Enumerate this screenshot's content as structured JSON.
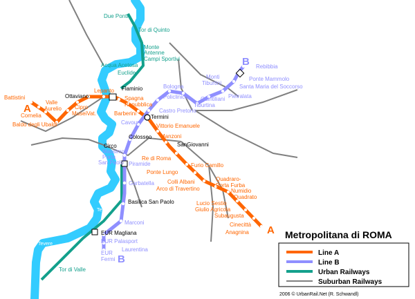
{
  "title": "Metropolitana di ROMA",
  "colors": {
    "line_a": "#ff6600",
    "line_b": "#8f8fff",
    "urban": "#13a08c",
    "suburban": "#808080",
    "river": "#33ccff"
  },
  "line_letters": {
    "a_west": "A",
    "a_east": "A",
    "b_north": "B",
    "b_south": "B"
  },
  "legend": {
    "line_a": "Line A",
    "line_b": "Line B",
    "urban": "Urban Railways",
    "suburban": "Suburban Railways"
  },
  "credit": "2006 © UrbanRail.Net (R. Schwandl)",
  "river_labels": [
    "Tevere",
    "Tevere",
    "Tevere"
  ],
  "stations": {
    "battistini": "Battistini",
    "cornelia": "Cornelia",
    "baldo": "Baldo degli Ubaldi",
    "valle": "Valle",
    "aurelio": "Aurelio",
    "cipro": "Cipro",
    "musei": "MuseiVat.",
    "ottaviano": "Ottaviano",
    "lepanto": "Lepanto",
    "flaminio": "Flaminio",
    "spagna": "Spagna",
    "barberini": "Barberini",
    "repubblica": "Repubblica",
    "termini": "Termini",
    "vittorio": "Vittorio Emanuele",
    "manzoni": "Manzoni",
    "sangiovanni": "SanGiovanni",
    "reroma": "Re di Roma",
    "furio": "Furio Camillo",
    "ponte_lungo": "Ponte Lungo",
    "colli": "Colli Albani",
    "arco": "Arco di Travertino",
    "quadraro": "Quadraro-",
    "porta_furba": "Porta Furba",
    "numidio": "Numidio",
    "quadrato": "Quadrato",
    "lucio": "Lucio Sestio",
    "giulio": "Giulio Agricola",
    "subaugusta": "Subaugusta",
    "cinecitta": "Cinecittà",
    "anagnina": "Anagnina",
    "rebibbia": "Rebibbia",
    "ponte_mammolo": "Ponte Mammolo",
    "santa_maria": "Santa Maria del Soccorso",
    "pietralata": "Pietralata",
    "monti": "Monti",
    "tiburtini": "Tiburtini",
    "quintiliani": "Quintiliani",
    "tiburtina": "Tiburtina",
    "bologna": "Bologna",
    "policlinico": "Policlinico",
    "castro": "Castro Pretorio",
    "cavour": "Cavour",
    "colosseo": "Colosseo",
    "circo": "Circo",
    "massimo": "Massimo",
    "piramide": "Piramide",
    "porta": "Porta",
    "san_paolo": "San Paolo",
    "garbatella": "Garbatella",
    "basilica": "Basilica San Paolo",
    "marconi": "Marconi",
    "eur_magliana": "EUR Magliana",
    "eur_palasport": "EUR Palasport",
    "eur": "EUR",
    "fermi": "Fermi",
    "laurentina": "Laurentina",
    "due_ponti": "Due Ponti",
    "tor_quinto": "Tor di Quinto",
    "monte": "Monte",
    "antenne": "Antenne",
    "campi": "Campi Sportivi",
    "acqua": "Acqua Acetosa",
    "euclide": "Euclide",
    "tor_valle": "Tor di Valle"
  }
}
